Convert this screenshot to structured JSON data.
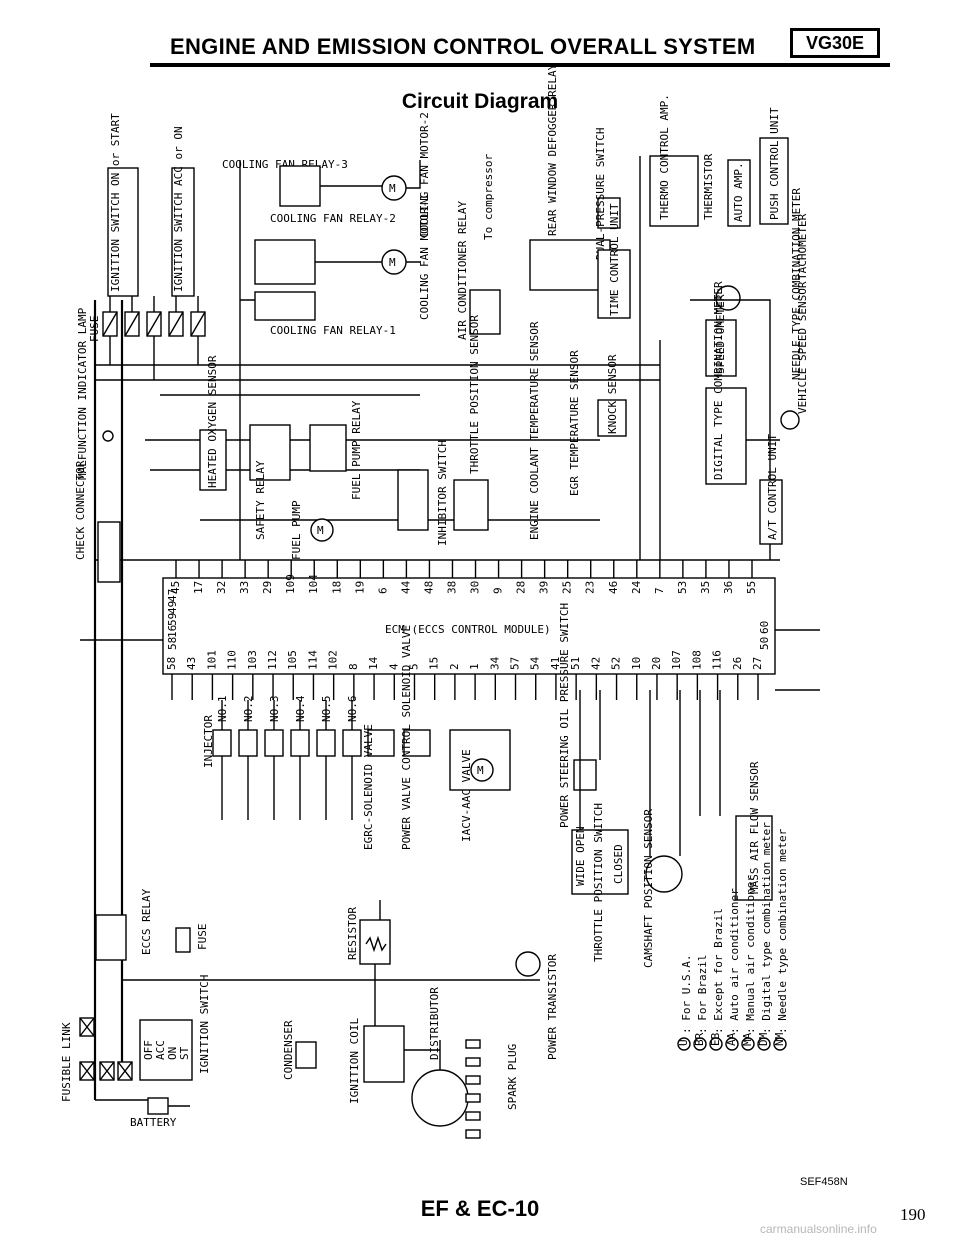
{
  "header": {
    "title": "ENGINE AND EMISSION CONTROL OVERALL SYSTEM",
    "badge": "VG30E"
  },
  "subtitle": "Circuit Diagram",
  "ecm_label": "ECM (ECCS CONTROL MODULE)",
  "components": {
    "ign_sw_on_start": "IGNITION SWITCH ON or START",
    "ign_sw_acc_on": "IGNITION SWITCH ACC or ON",
    "fuse": "FUSE",
    "cooling_fan_relay_3": "COOLING FAN RELAY-3",
    "cooling_fan_relay_2": "COOLING FAN RELAY-2",
    "cooling_fan_relay_1": "COOLING FAN RELAY-1",
    "cooling_fan_motor_2": "COOLING FAN MOTOR-2",
    "cooling_fan_motor_1": "COOLING FAN MOTOR-1",
    "ac_relay": "AIR CONDITIONER RELAY",
    "to_compressor": "To compressor",
    "rear_defogger": "REAR WINDOW DEFOGGER RELAY",
    "dual_pressure": "DUAL-PRESSURE SWITCH",
    "thermo_amp": "THERMO CONTROL AMP.",
    "thermistor": "THERMISTOR",
    "auto_amp": "AUTO AMP.",
    "push_control": "PUSH CONTROL UNIT",
    "tachometer": "TACHOMETER",
    "time_control": "TIME CONTROL UNIT",
    "speedometer": "SPEED-OMETER",
    "needle_meter": "NEEDLE TYPE COMBINATION METER",
    "digital_meter": "DIGITAL TYPE COMBINATION METER",
    "vss": "VEHICLE SPEED SENSOR",
    "mil": "MALFUNCTION INDICATOR LAMP",
    "check_conn": "CHECK CONNECTOR",
    "heated_o2": "HEATED OXYGEN SENSOR",
    "safety_relay": "SAFETY RELAY",
    "fuel_pump_relay": "FUEL PUMP RELAY",
    "fuel_pump": "FUEL PUMP",
    "inhibitor": "INHIBITOR SWITCH",
    "tps": "THROTTLE POSITION SENSOR",
    "ect": "ENGINE COOLANT TEMPERATURE SENSOR",
    "egr_temp": "EGR TEMPERATURE SENSOR",
    "knock": "KNOCK SENSOR",
    "at_control": "A/T CONTROL UNIT",
    "injector": "INJECTOR",
    "egrc_sol": "EGRC-SOLENOID VALVE",
    "pvc_sol": "POWER VALVE CONTROL SOLENOID VALVE",
    "iacv": "IACV-AAC VALVE",
    "ps_switch": "POWER STEERING OIL PRESSURE SWITCH",
    "throttle_sw": "THROTTLE POSITION SWITCH",
    "wide_open": "WIDE OPEN",
    "closed": "CLOSED",
    "cam_sensor": "CAMSHAFT POSITION SENSOR",
    "maf": "MASS AIR FLOW SENSOR",
    "eccs_relay": "ECCS RELAY",
    "resistor": "RESISTOR",
    "power_transistor": "POWER TRANSISTOR",
    "fusible_link": "FUSIBLE LINK",
    "ign_switch": "IGNITION SWITCH",
    "condenser": "CONDENSER",
    "ign_coil": "IGNITION COIL",
    "distributor": "DISTRIBUTOR",
    "spark_plug": "SPARK PLUG",
    "battery": "BATTERY"
  },
  "injector_numbers": [
    "NO.1",
    "NO.2",
    "NO.3",
    "NO.4",
    "NO.5",
    "NO.6"
  ],
  "ign_positions": [
    "OFF",
    "ACC",
    "ON",
    "ST"
  ],
  "ecm_pins_top": [
    "45",
    "17",
    "32",
    "33",
    "29",
    "109",
    "104",
    "18",
    "19",
    "6",
    "44",
    "48",
    "38",
    "30",
    "9",
    "28",
    "39",
    "25",
    "23",
    "46",
    "24",
    "7",
    "53",
    "35",
    "36",
    "55"
  ],
  "ecm_pins_left": [
    "58",
    "16",
    "59",
    "49",
    "47"
  ],
  "ecm_pins_bottom": [
    "58",
    "43",
    "101",
    "110",
    "103",
    "112",
    "105",
    "114",
    "102",
    "8",
    "14",
    "4",
    "5",
    "15",
    "2",
    "1",
    "34",
    "57",
    "54",
    "41",
    "51",
    "42",
    "52",
    "10",
    "20",
    "107",
    "108",
    "116",
    "26",
    "27"
  ],
  "ecm_pins_right": [
    "50",
    "60"
  ],
  "legend": [
    {
      "code": "U",
      "text": ": For U.S.A."
    },
    {
      "code": "BR",
      "text": ": For Brazil"
    },
    {
      "code": "EB",
      "text": ": Except for Brazil"
    },
    {
      "code": "AA",
      "text": ": Auto air conditioner"
    },
    {
      "code": "MA",
      "text": ": Manual air conditioner"
    },
    {
      "code": "DM",
      "text": ": Digital type combination meter"
    },
    {
      "code": "NM",
      "text": ": Needle type combination meter"
    }
  ],
  "figure_code": "SEF458N",
  "footer": "EF & EC-10",
  "page_number": "190",
  "watermark": "carmanualsonline.info"
}
